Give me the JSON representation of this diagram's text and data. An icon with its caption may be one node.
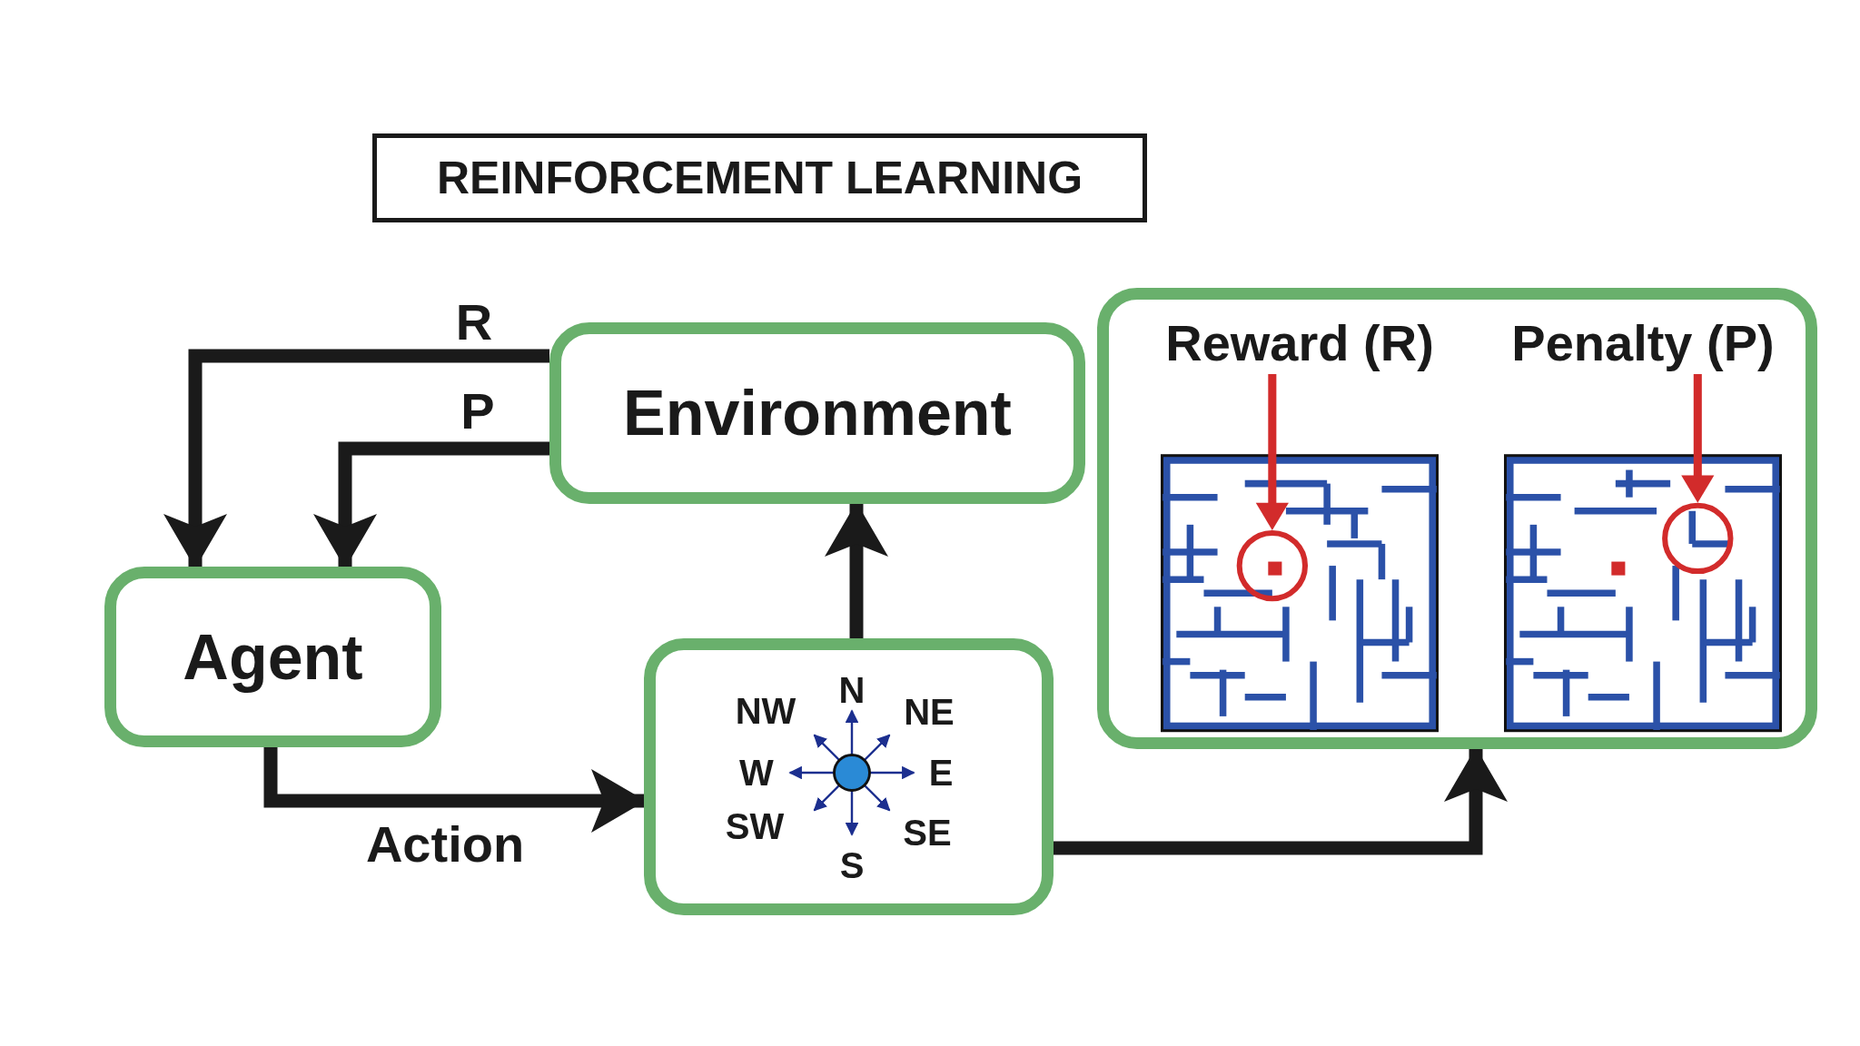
{
  "diagram": {
    "title": "REINFORCEMENT LEARNING",
    "nodes": [
      {
        "text": [
          "Environment"
        ]
      },
      {
        "text": [],
        "shape": "box"
      },
      {
        "text": [
          "Reward (R)"
        ],
        "in": 1
      },
      {
        "text": [
          "Penalty (P)"
        ],
        "in": 1
      },
      {
        "text": [
          "Agent"
        ]
      },
      {
        "text": [
          "N",
          "NW",
          "NE",
          "W",
          "E",
          "SW",
          "SE",
          "S"
        ]
      }
    ],
    "edges": [
      {
        "from": 0,
        "to": 4,
        "arrow": "to",
        "label": "R"
      },
      {
        "from": 0,
        "to": 4,
        "arrow": "to",
        "label": "P"
      },
      {
        "from": 4,
        "to": 5,
        "arrow": "to",
        "label": "Action"
      },
      {
        "from": 5,
        "to": 0,
        "arrow": "to"
      },
      {
        "from": 5,
        "to": 1,
        "arrow": "to"
      }
    ]
  }
}
